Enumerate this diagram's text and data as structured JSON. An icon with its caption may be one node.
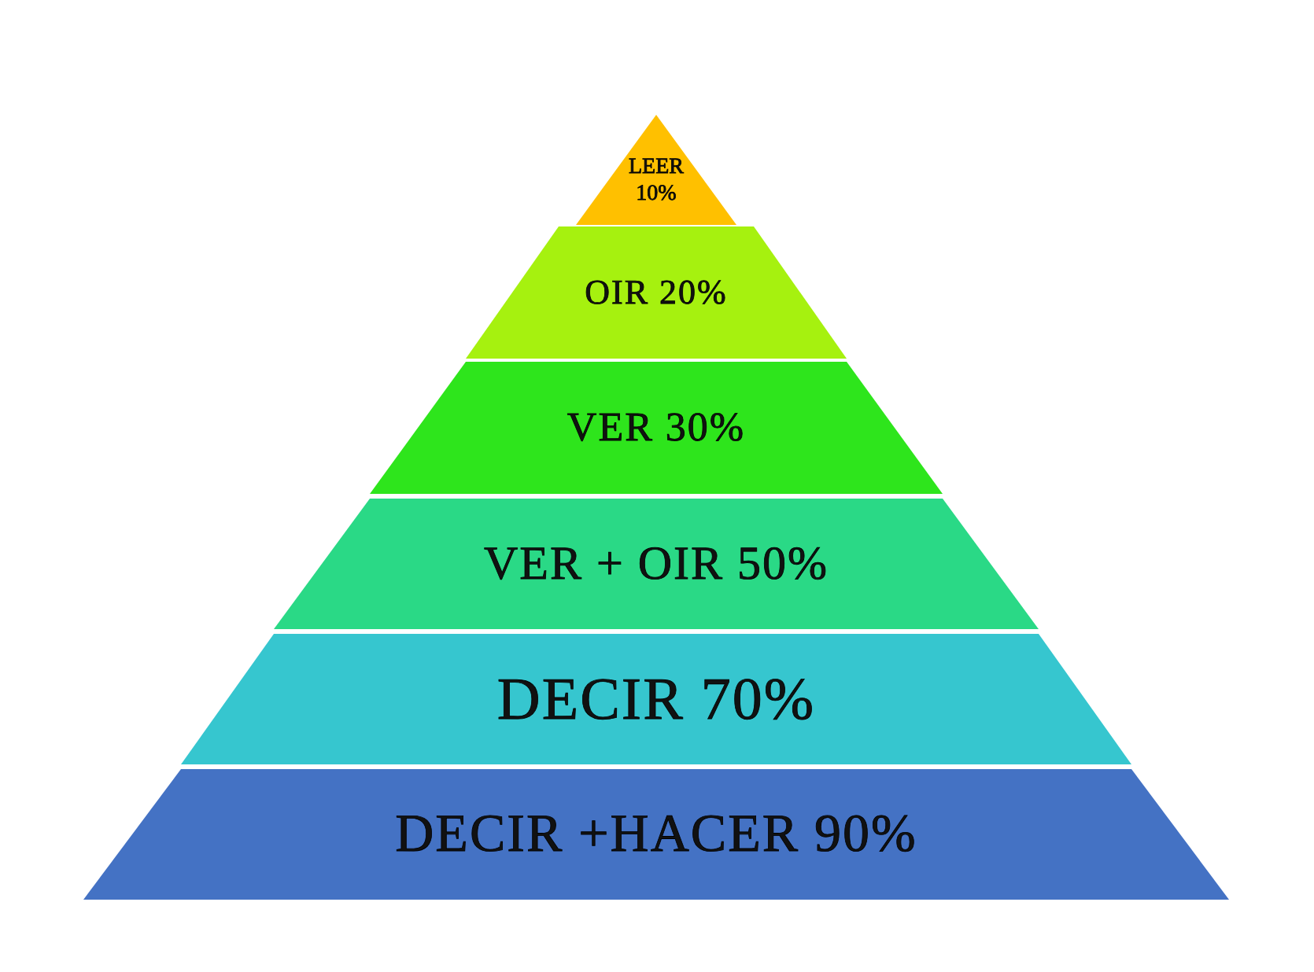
{
  "diagram": {
    "nodes": [
      {
        "text": [
          "LEER 10%"
        ]
      },
      {
        "text": [
          "OIR 20%"
        ]
      },
      {
        "text": [
          "VER 30%"
        ]
      },
      {
        "text": [
          "VER + OIR 50%"
        ]
      },
      {
        "text": [
          "DECIR 70%"
        ]
      },
      {
        "text": [
          "DECIR +HACER 90%"
        ]
      }
    ]
  }
}
